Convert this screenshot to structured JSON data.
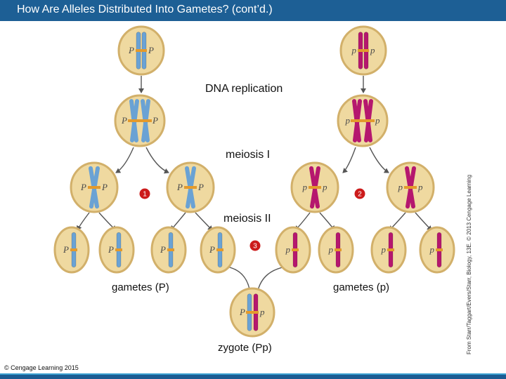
{
  "header": {
    "title": "How Are Alleles Distributed Into Gametes? (cont’d.)"
  },
  "labels": {
    "dna_replication": "DNA replication",
    "meiosis_1": "meiosis I",
    "meiosis_2": "meiosis II",
    "gametes_P": "gametes (P)",
    "gametes_p": "gametes (p)",
    "zygote": "zygote (Pp)"
  },
  "alleles": {
    "dominant": "P",
    "recessive": "p"
  },
  "badges": [
    "1",
    "2",
    "3"
  ],
  "footer": {
    "copyright": "© Cengage Learning 2015",
    "credit": "From Starr/Taggart/Evers/Starr, Biology, 13E. © 2013 Cengage Learning"
  },
  "colors": {
    "title_bar": "#1d5f95",
    "cell_fill": "#efd9a0",
    "cell_rim": "#d2b06a",
    "chromosome_P": "#6aa2d4",
    "chromosome_p": "#b5176e",
    "allele_band": "#e39a2c",
    "badge": "#cc1b1b"
  }
}
